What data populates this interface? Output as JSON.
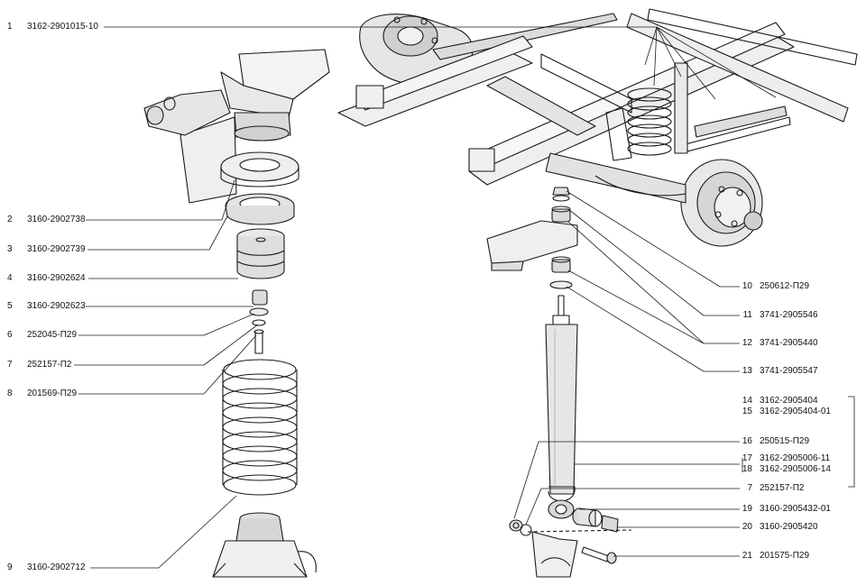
{
  "colors": {
    "ink": "#1a1a1a",
    "bg": "#ffffff",
    "shade": "#d9d9d9"
  },
  "parts_left": [
    {
      "num": "1",
      "code": "3162-2901015-10"
    },
    {
      "num": "2",
      "code": "3160-2902738"
    },
    {
      "num": "3",
      "code": "3160-2902739"
    },
    {
      "num": "4",
      "code": "3160-2902624"
    },
    {
      "num": "5",
      "code": "3160-2902623"
    },
    {
      "num": "6",
      "code": "252045-П29"
    },
    {
      "num": "7",
      "code": "252157-П2"
    },
    {
      "num": "8",
      "code": "201569-П29"
    },
    {
      "num": "9",
      "code": "3160-2902712"
    }
  ],
  "parts_right": [
    {
      "num": "10",
      "code": "250612-П29"
    },
    {
      "num": "11",
      "code": "3741-2905546"
    },
    {
      "num": "12",
      "code": "3741-2905440"
    },
    {
      "num": "13",
      "code": "3741-2905547"
    },
    {
      "num": "14",
      "code": "3162-2905404"
    },
    {
      "num": "15",
      "code": "3162-2905404-01"
    },
    {
      "num": "16",
      "code": "250515-П29"
    },
    {
      "num": "17",
      "code": "3162-2905006-11"
    },
    {
      "num": "18",
      "code": "3162-2905006-14"
    },
    {
      "num": "7",
      "code": "252157-П2"
    },
    {
      "num": "19",
      "code": "3160-2905432-01"
    },
    {
      "num": "20",
      "code": "3160-2905420"
    },
    {
      "num": "21",
      "code": "201575-П29"
    }
  ]
}
